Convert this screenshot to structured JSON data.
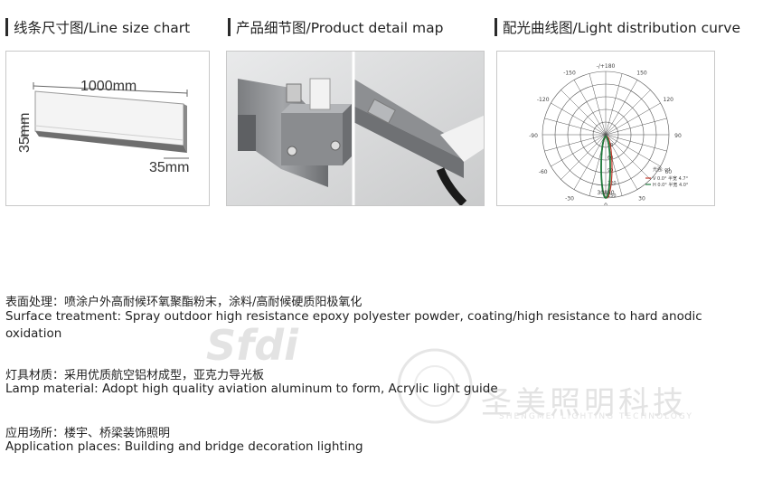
{
  "sections": {
    "line_size": {
      "title": "线条尺寸图/Line size chart"
    },
    "product_detail": {
      "title": "产品细节图/Product detail map"
    },
    "light_curve": {
      "title": "配光曲线图/Light distribution curve"
    }
  },
  "line_size_chart": {
    "length_label": "1000mm",
    "height_label": "35mm",
    "width_label": "35mm"
  },
  "polar_chart": {
    "top_label": "-/+180",
    "angle_labels": [
      "-150",
      "150",
      "-120",
      "120",
      "-90",
      "90",
      "-60",
      "60",
      "-30",
      "30",
      "0"
    ],
    "radial_labels": [
      "30",
      "60",
      "90",
      "120",
      "150"
    ],
    "unit_label": "光强: cd",
    "legend": [
      {
        "text": "V 0.0°  半宽 4.7°",
        "color": "#c0392b"
      },
      {
        "text": "H 0.0°  半宽 4.0°",
        "color": "#1e7a3c"
      }
    ],
    "bottom_label": "30850"
  },
  "specs": {
    "surface_cn": "表面处理：喷涂户外高耐候环氧聚酯粉末，涂料/高耐候硬质阳极氧化",
    "surface_en": "Surface treatment: Spray outdoor high resistance epoxy polyester powder, coating/high resistance to hard anodic oxidation",
    "material_cn": "灯具材质：采用优质航空铝材成型，亚克力导光板",
    "material_en": "Lamp material: Adopt high quality aviation aluminum to form, Acrylic light guide",
    "application_cn": "应用场所：楼宇、桥梁装饰照明",
    "application_en": "Application places: Building and bridge decoration lighting"
  },
  "watermark": {
    "logo_text": "Sfdi",
    "company_cn": "圣美照明科技",
    "company_en": "SHENGMEI LIGHTING TECHNOLOGY"
  }
}
